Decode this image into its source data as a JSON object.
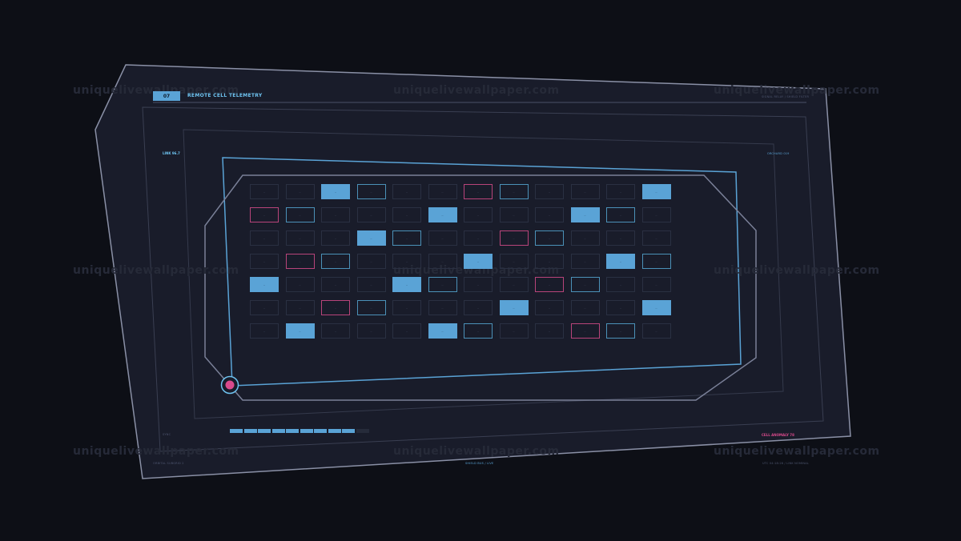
{
  "watermark": "uniquelivewallpaper.com",
  "header": {
    "badge": "07",
    "title": "REMOTE CELL TELEMETRY",
    "right_caption": "SIGNAL RELAY / SHIELD FILTER"
  },
  "labels": {
    "left_top": "LINK 96.7",
    "right_top": "ORCHARD 019",
    "left_bottom": "SYNC",
    "right_bottom": "CELL ANOMALY 78"
  },
  "footer": {
    "left": "ORBITAL SUBGRID 2",
    "center": "SHIELD BUS / LIVE",
    "right": "UTC 04:18:26 / LINK NOMINAL"
  },
  "progress": {
    "filled": 9,
    "total": 10
  },
  "grid": {
    "rows": [
      [
        "off",
        "off",
        "on",
        "blue",
        "off",
        "off",
        "pink",
        "blue",
        "off",
        "off",
        "off",
        "on"
      ],
      [
        "pink",
        "blue",
        "off",
        "off",
        "off",
        "on",
        "off",
        "off",
        "off",
        "on",
        "blue",
        "off"
      ],
      [
        "off",
        "off",
        "off",
        "on",
        "blue",
        "off",
        "off",
        "pink",
        "blue",
        "off",
        "off",
        "off"
      ],
      [
        "off",
        "pink",
        "blue",
        "off",
        "off",
        "off",
        "on",
        "off",
        "off",
        "off",
        "on",
        "blue"
      ],
      [
        "on",
        "off",
        "off",
        "off",
        "on",
        "blue",
        "off",
        "off",
        "pink",
        "blue",
        "off",
        "off"
      ],
      [
        "off",
        "off",
        "pink",
        "blue",
        "off",
        "off",
        "off",
        "on",
        "off",
        "off",
        "off",
        "on"
      ],
      [
        "off",
        "on",
        "off",
        "off",
        "off",
        "on",
        "blue",
        "off",
        "off",
        "pink",
        "blue",
        "off"
      ]
    ],
    "cell_text": "--"
  },
  "colors": {
    "accent_blue": "#5aa3d6",
    "accent_pink": "#d94a8c",
    "frame": "#8a90a6",
    "panel": "#1a1d2b"
  }
}
